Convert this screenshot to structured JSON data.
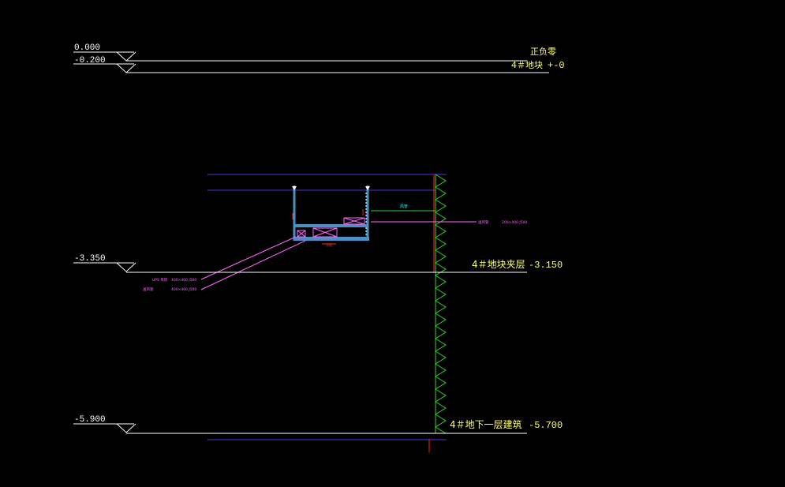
{
  "colors": {
    "background": "#000000",
    "line": "#ffffff",
    "text_white": "#ffffff",
    "text_yellow": "#ffff66",
    "purple": "#5a2fd6",
    "duct": "#4a90c2",
    "magenta": "#ff66ff",
    "green": "#33cc33",
    "cyan": "#33ffff",
    "red": "#ff2222"
  },
  "elevations": {
    "e0": "0.000",
    "e1": "-0.200",
    "e2": "-3.350",
    "e3": "-5.900"
  },
  "right_labels": {
    "zero_title": "正负零",
    "zero_name": "4＃地块",
    "zero_value": "+-0",
    "mezz_name": "4＃地块夹层",
    "mezz_value": "-3.150",
    "base_name": "4＃地下一层建筑",
    "base_value": "-5.700"
  },
  "duct_annotations": {
    "left_1_name": "UPS 风管",
    "left_1_size": "400×400 J500",
    "left_2_name": "送风管",
    "left_2_size": "400×400 J500",
    "right_name": "送风管",
    "right_size": "200×400 J500",
    "cyan_tag": "风管",
    "red_tag": "排烟"
  }
}
